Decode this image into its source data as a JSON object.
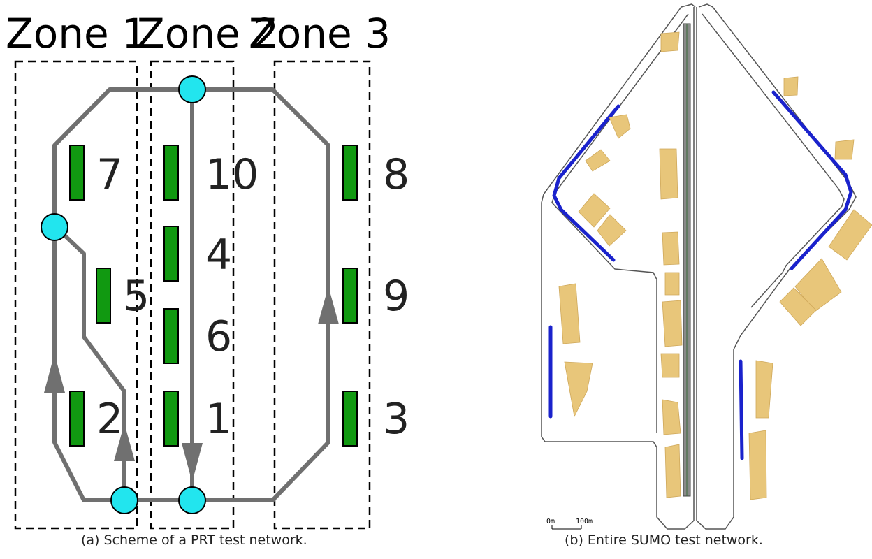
{
  "scheme": {
    "zones": [
      {
        "label": "Zone 1"
      },
      {
        "label": "Zone 2"
      },
      {
        "label": "Zone 3"
      }
    ],
    "stations": [
      {
        "id": "7",
        "label": "7"
      },
      {
        "id": "10",
        "label": "10"
      },
      {
        "id": "8",
        "label": "8"
      },
      {
        "id": "4",
        "label": "4"
      },
      {
        "id": "5",
        "label": "5"
      },
      {
        "id": "9",
        "label": "9"
      },
      {
        "id": "6",
        "label": "6"
      },
      {
        "id": "2",
        "label": "2"
      },
      {
        "id": "1",
        "label": "1"
      },
      {
        "id": "3",
        "label": "3"
      }
    ],
    "colors": {
      "track": "#707070",
      "station": "#119911",
      "node": "#22e5ee",
      "zone_border": "#000000"
    },
    "caption": "(a) Scheme of a PRT test network."
  },
  "sumo": {
    "scale_labels": [
      "0m",
      "100m"
    ],
    "colors": {
      "road": "#555555",
      "building": "#e8c67a",
      "stop_lane": "#1a22cc",
      "central_track": "#8a8a8a"
    },
    "caption": "(b) Entire SUMO test network."
  }
}
